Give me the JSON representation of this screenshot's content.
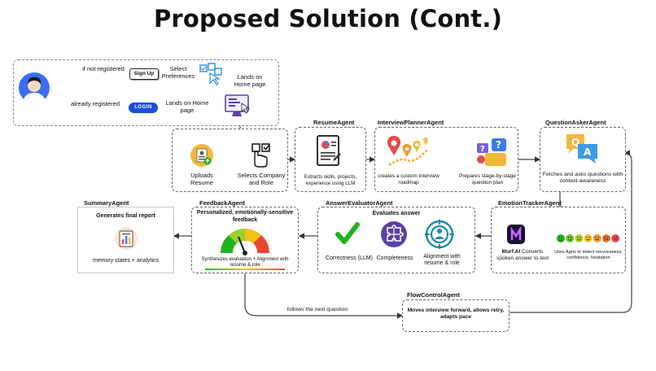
{
  "title": "Proposed Solution (Cont.)",
  "user_flow": {
    "if_not_registered": "if not registered",
    "sign_up": "Sign Up",
    "select_preferences": "Select Preferences",
    "lands_on_home_1": "Lands on Home page",
    "already_registered": "already registered",
    "login": "LOGIN",
    "lands_on_home_2": "Lands on Home page"
  },
  "upload": {
    "uploads_resume": "Uploads Resume",
    "selects_company": "Selects Company and Role"
  },
  "resume_agent": {
    "name": "ResumeAgent",
    "text": "Extracts skills, projects, experience using LLM"
  },
  "interview_planner": {
    "name": "InterviewPlannerAgent",
    "roadmap": "creates a custom interview roadmap",
    "plan": "Prepares stage-by-stage question plan"
  },
  "question_asker": {
    "name": "QuestionAskerAgent",
    "text": "Fetches and asks questions with context-awareness"
  },
  "emotion_tracker": {
    "name": "EmotionTrackerAgent",
    "murf_bold": "Murf.AI",
    "murf_rest": "Converts spoken answer to text",
    "agno": "Uses Agno to detect nervousness, confidence, hesitation"
  },
  "answer_evaluator": {
    "name": "AnswerEvaluatorAgent",
    "heading": "Evaluates answer",
    "correctness": "Correctness (LLM)",
    "completeness": "Completeness",
    "alignment": "Alignment with resume & role"
  },
  "feedback": {
    "name": "FeedbackAgent",
    "heading": "Personalized, emotionally-sensitive feedback",
    "text": "Synthesizes evaluation + Alignment with resume & role"
  },
  "summary": {
    "name": "SummaryAgent",
    "heading": "Generates final report",
    "text": "memory states + analytics"
  },
  "flow_control": {
    "name": "FlowControlAgent",
    "text": "Moves interview forward, allows retry, adapts pace",
    "follows": "follows the next question"
  },
  "colors": {
    "login_blue": "#1b4fd8",
    "check_green": "#1fb51f",
    "purple": "#5b3fa8",
    "teal": "#1c8aa8"
  }
}
